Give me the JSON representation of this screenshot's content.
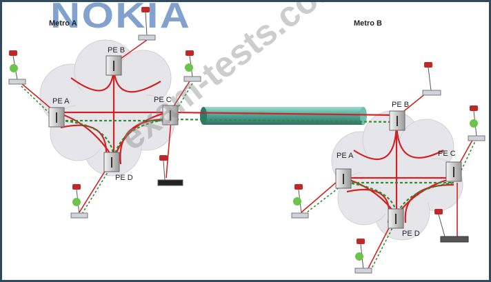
{
  "brand": {
    "logo_text": "NOKIA",
    "color": "#1e55a8"
  },
  "metros": [
    {
      "label": "Metro A"
    },
    {
      "label": "Metro B"
    }
  ],
  "metro_a_routers": [
    "PE A",
    "PE B",
    "PE C",
    "PE D"
  ],
  "metro_b_routers": [
    "PE A",
    "PE B",
    "PE C",
    "PE D"
  ],
  "watermark": "exam-tests.com",
  "colors": {
    "link": "#d42020",
    "backup": "#2e8b2e",
    "tunnel": "#3a9e8e",
    "cloud": "#e6e6ea"
  }
}
